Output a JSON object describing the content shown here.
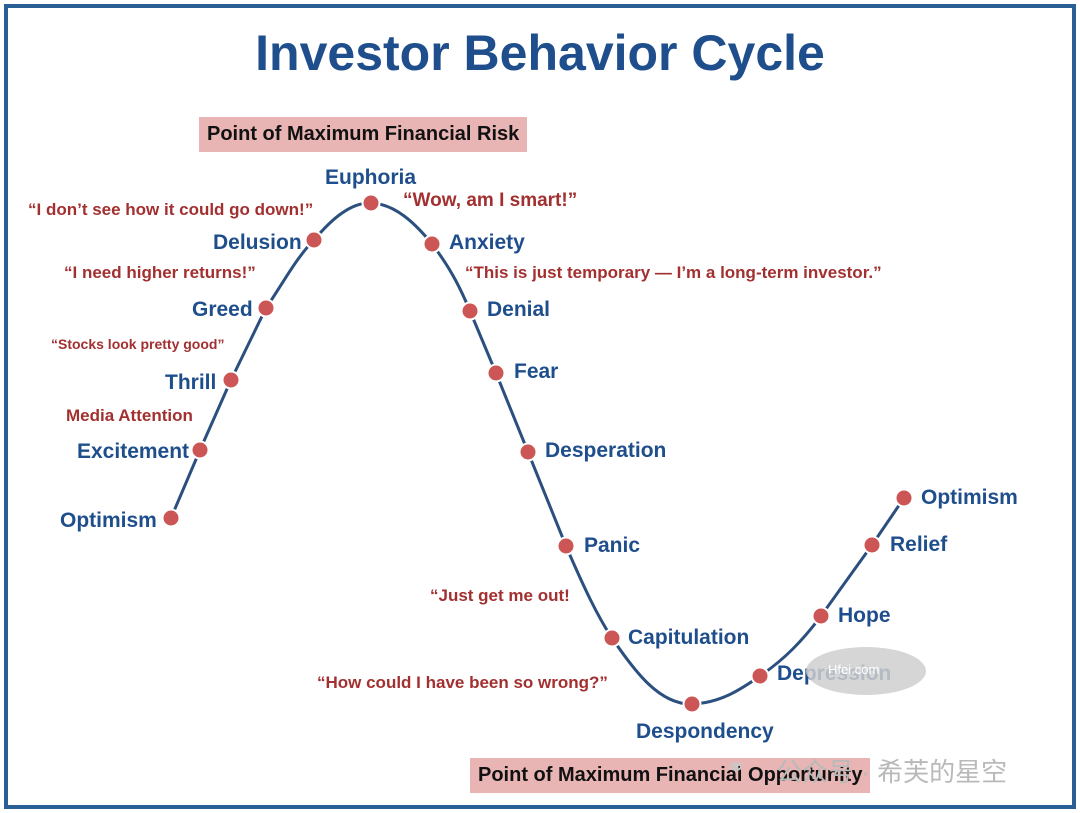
{
  "title": "Investor Behavior Cycle",
  "callouts": {
    "max_risk": "Point of Maximum Financial Risk",
    "max_opportunity": "Point of Maximum Financial Opportunity"
  },
  "stages": [
    "Optimism",
    "Excitement",
    "Thrill",
    "Greed",
    "Delusion",
    "Euphoria",
    "Anxiety",
    "Denial",
    "Fear",
    "Desperation",
    "Panic",
    "Capitulation",
    "Despondency",
    "Depression",
    "Hope",
    "Relief",
    "Optimism"
  ],
  "quotes": {
    "media_attention": "Media Attention",
    "stocks_look_good": "“Stocks  look pretty good”",
    "need_higher_returns": "“I need higher returns!”",
    "dont_see_down": "“I don’t see how it could go down!”",
    "wow_smart": "“Wow, am I smart!”",
    "temporary": "“This is just temporary — I’m a long-term investor.”",
    "get_me_out": "“Just get me out!",
    "so_wrong": "“How could I have been so wrong?”"
  },
  "watermark": {
    "text": "公众号 · 希芙的星空",
    "oval_text": "Hfei.com"
  },
  "colors": {
    "title": "#1f4e8c",
    "curve": "#2b4f7e",
    "marker": "#cc5555",
    "quote": "#a33030",
    "callout_bg": "#e8b4b4",
    "frame": "#2a5f95"
  }
}
